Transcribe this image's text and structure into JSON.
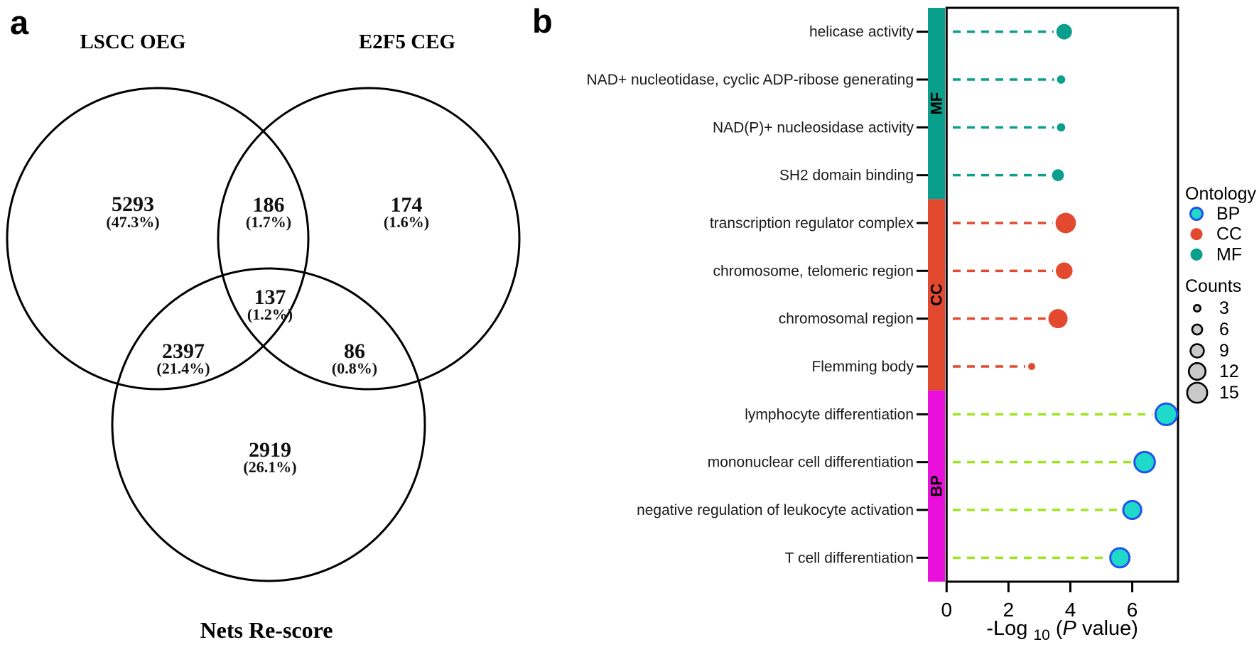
{
  "panels": {
    "a": {
      "label": "a"
    },
    "b": {
      "label": "b"
    }
  },
  "venn": {
    "set_labels": [
      "LSCC OEG",
      "E2F5 CEG",
      "Nets Re-score"
    ],
    "regions": [
      {
        "name": "lscc-only",
        "count": "5293",
        "percent": "(47.3%)"
      },
      {
        "name": "lscc-e2f5",
        "count": "186",
        "percent": "(1.7%)"
      },
      {
        "name": "e2f5-only",
        "count": "174",
        "percent": "(1.6%)"
      },
      {
        "name": "all-three",
        "count": "137",
        "percent": "(1.2%)"
      },
      {
        "name": "lscc-nets",
        "count": "2397",
        "percent": "(21.4%)"
      },
      {
        "name": "e2f5-nets",
        "count": "86",
        "percent": "(0.8%)"
      },
      {
        "name": "nets-only",
        "count": "2919",
        "percent": "(26.1%)"
      }
    ]
  },
  "chart_data": {
    "type": "scatter",
    "subtype": "lollipop",
    "categories": [
      "helicase activity",
      "NAD+ nucleotidase, cyclic ADP-ribose generating",
      "NAD(P)+ nucleosidase activity",
      "SH2 domain binding",
      "transcription regulator complex",
      "chromosome, telomeric region",
      "chromosomal region",
      "Flemming body",
      "lymphocyte differentiation",
      "mononuclear cell differentiation",
      "negative regulation of leukocyte activation",
      "T cell differentiation"
    ],
    "ontology": [
      "MF",
      "MF",
      "MF",
      "MF",
      "CC",
      "CC",
      "CC",
      "CC",
      "BP",
      "BP",
      "BP",
      "BP"
    ],
    "series": [
      {
        "name": "-Log10(P value)",
        "values": [
          3.8,
          3.7,
          3.7,
          3.6,
          3.85,
          3.8,
          3.6,
          2.75,
          7.1,
          6.4,
          6.0,
          5.6
        ]
      },
      {
        "name": "Counts",
        "values": [
          10,
          4,
          4,
          7,
          14,
          11,
          13,
          3,
          15,
          14,
          12,
          13
        ]
      }
    ],
    "x_ticks": [
      "0",
      "2",
      "4",
      "6"
    ],
    "xlim": [
      0,
      7.5
    ],
    "grid": false,
    "xlabel_parts": {
      "text": "-Log ",
      "sub": "10",
      "open": " (",
      "p": "P",
      "close": " value)"
    },
    "group_bands": [
      {
        "label": "MF",
        "rows": [
          0,
          3
        ],
        "color": "#0A9E8C"
      },
      {
        "label": "CC",
        "rows": [
          4,
          7
        ],
        "color": "#E2492F"
      },
      {
        "label": "BP",
        "rows": [
          8,
          11
        ],
        "color": "#EB0FDB"
      }
    ],
    "legend": {
      "ontology_title": "Ontology",
      "ontology_items": [
        {
          "label": "BP",
          "fill": "#1FD9CB",
          "stroke": "#2353E8"
        },
        {
          "label": "CC",
          "fill": "#E2492F",
          "stroke": "none"
        },
        {
          "label": "MF",
          "fill": "#0A9E8C",
          "stroke": "none"
        }
      ],
      "counts_title": "Counts",
      "counts_items": [
        "3",
        "6",
        "9",
        "12",
        "15"
      ],
      "counts_values": [
        3,
        6,
        9,
        12,
        15
      ]
    },
    "colors": {
      "mf": "#0A9E8C",
      "cc": "#E2492F",
      "bp_band": "#EB0FDB",
      "bp_dot_fill": "#1FD9CB",
      "bp_dot_stroke": "#2353E8",
      "bp_stem": "#9EE521",
      "count_legend_fill": "#C9C9C9",
      "frame": "#000000"
    }
  }
}
